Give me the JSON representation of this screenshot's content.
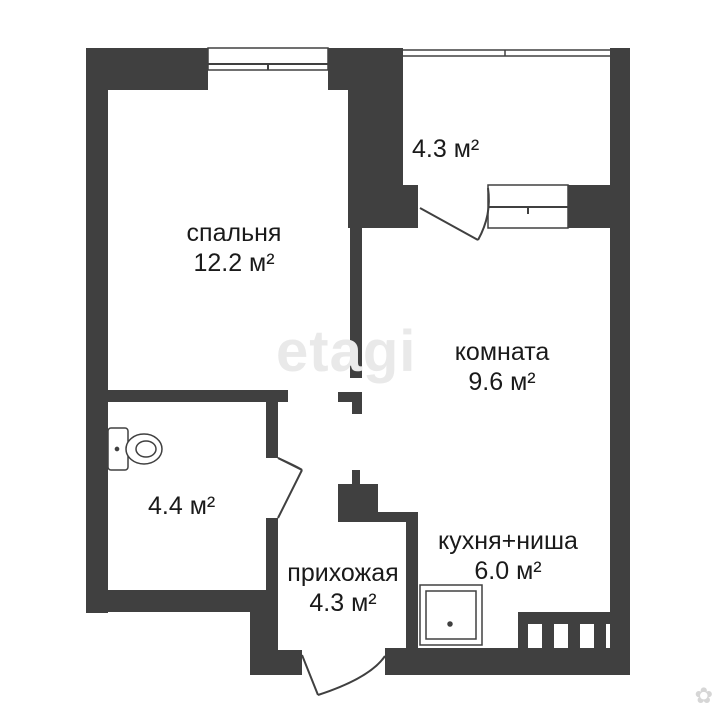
{
  "plan": {
    "wall_color": "#404040",
    "line_color": "#404040",
    "background": "#ffffff"
  },
  "rooms": {
    "balcony": {
      "area": "4.3 м²"
    },
    "bedroom": {
      "name": "спальня",
      "area": "12.2 м²"
    },
    "living": {
      "name": "комната",
      "area": "9.6 м²"
    },
    "bathroom": {
      "area": "4.4 м²"
    },
    "hallway": {
      "name": "прихожая",
      "area": "4.3 м²"
    },
    "kitchen": {
      "name": "кухня+ниша",
      "area": "6.0 м²"
    }
  },
  "watermark": {
    "text": "etagi"
  },
  "icons": {
    "toilet": "toilet-icon",
    "shower": "shower-tray-icon",
    "stove": "stove-icon",
    "corner_logo": "etagi-logo-icon"
  }
}
